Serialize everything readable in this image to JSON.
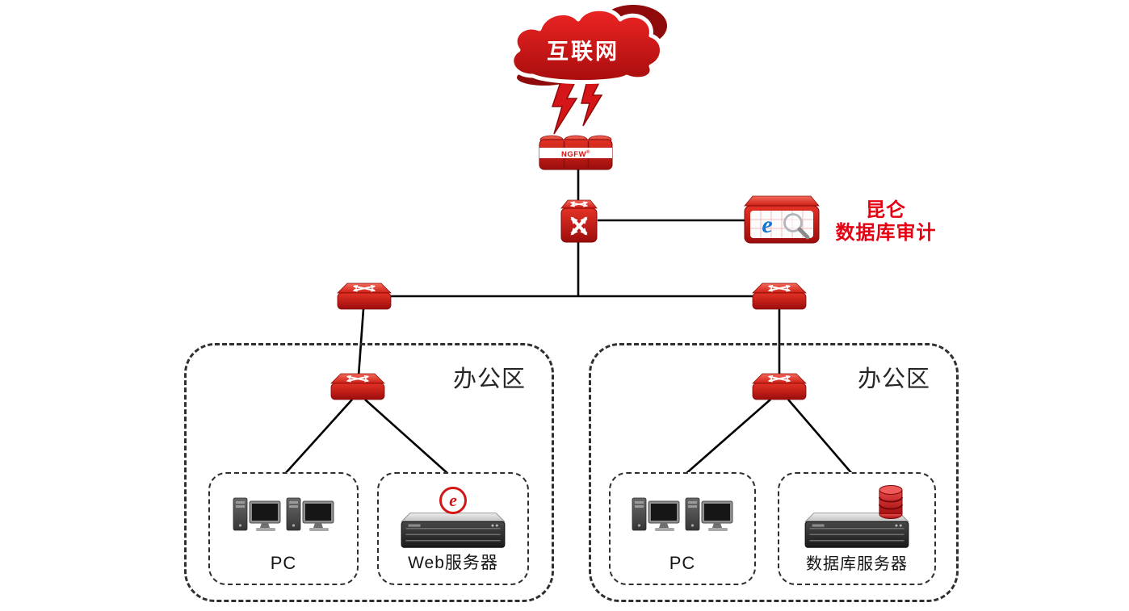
{
  "nodes": {
    "internet": {
      "label": "互联网"
    },
    "ngfw": {
      "label": "NGFW",
      "reg": "®"
    },
    "audit": {
      "line1": "昆仑",
      "line2": "数据库审计"
    },
    "zones": {
      "left": {
        "label": "办公区"
      },
      "right": {
        "label": "办公区"
      }
    },
    "groups": {
      "pc_left": {
        "label": "PC"
      },
      "web_server": {
        "label": "Web服务器"
      },
      "pc_right": {
        "label": "PC"
      },
      "db_server": {
        "label": "数据库服务器"
      }
    }
  },
  "icons": {
    "ie_glyph": "e"
  },
  "colors": {
    "device_red": "#c21717",
    "accent_red": "#e60012",
    "wire": "#000000"
  }
}
